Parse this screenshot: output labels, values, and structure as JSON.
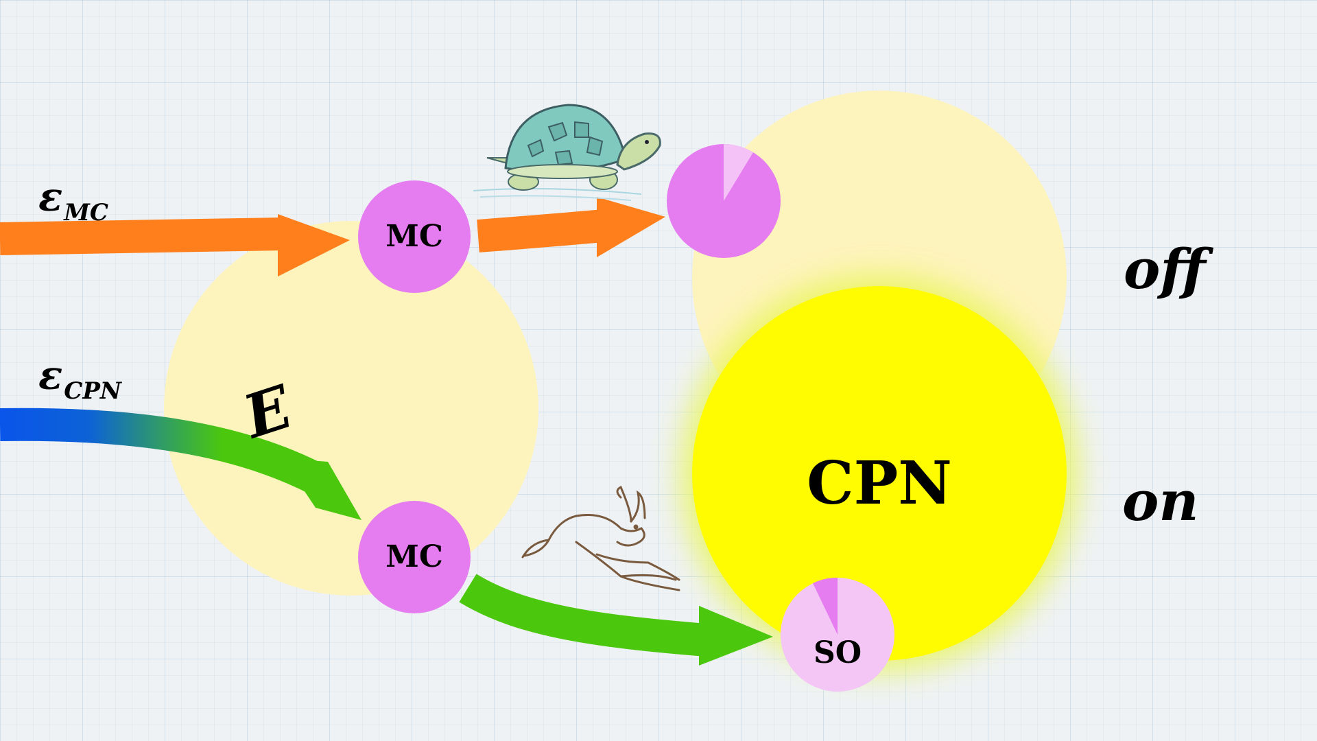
{
  "labels": {
    "eps_symbol": "ε",
    "eps_mc_sub": "MC",
    "eps_cpn_sub": "CPN",
    "domain_e": "E",
    "mc_top": "MC",
    "mc_bottom": "MC",
    "so": "SO",
    "cpn": "CPN",
    "state_off": "off",
    "state_on": "on"
  },
  "icons": {
    "slow": "turtle-icon",
    "fast": "rabbit-icon"
  },
  "colors": {
    "domain_pale": "#fdf3bd",
    "cpn_bright": "#fffb00",
    "node_magenta": "#e57cf0",
    "so_pale": "#f3c6f5",
    "arrow_orange": "#ff7f1c",
    "arrow_blue": "#0a55ea",
    "arrow_green": "#4bc80d"
  }
}
